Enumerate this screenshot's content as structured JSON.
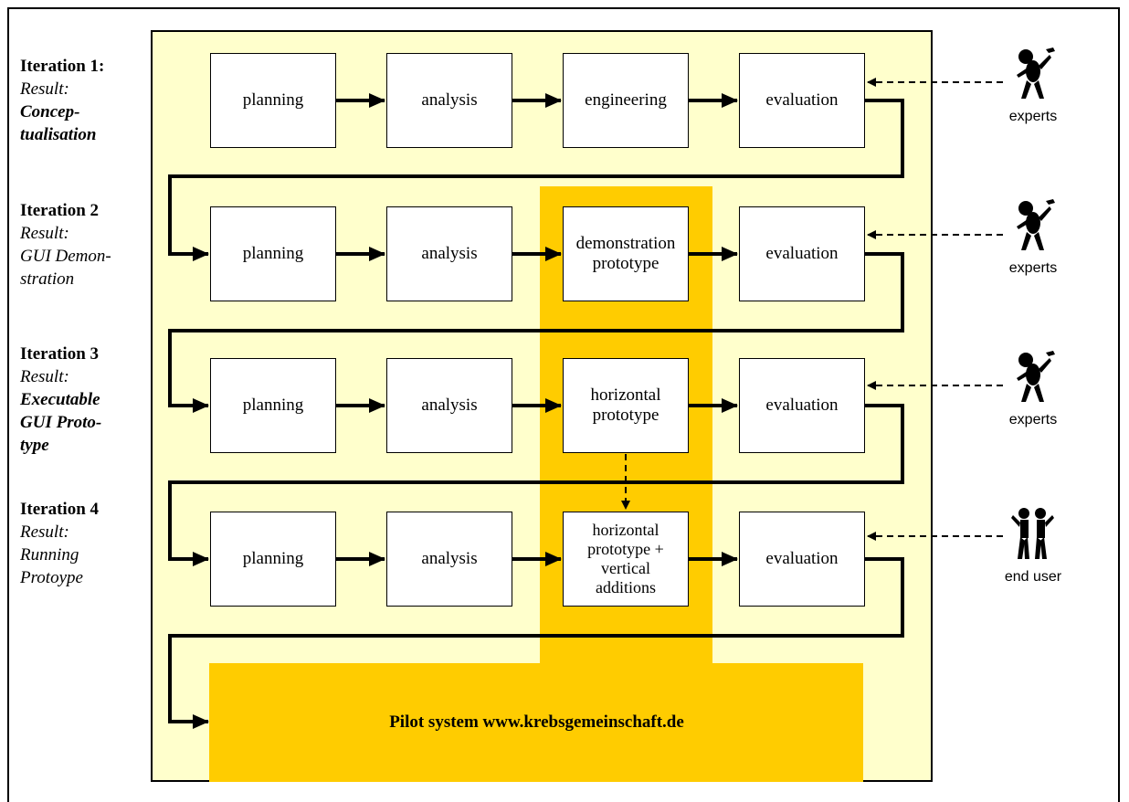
{
  "iterations": [
    {
      "title": "Iteration 1:",
      "result": "Result:",
      "result_text": "Concep-\ntualisation"
    },
    {
      "title": "Iteration 2",
      "result": "Result:",
      "result_text": "GUI Demon-\nstration"
    },
    {
      "title": "Iteration 3",
      "result": "Result:",
      "result_text": "Executable\nGUI Proto-\ntype"
    },
    {
      "title": "Iteration 4",
      "result": "Result:",
      "result_text": "Running\nProtoype"
    }
  ],
  "rows": [
    {
      "planning": "planning",
      "analysis": "analysis",
      "stage3": "engineering",
      "evaluation": "evaluation"
    },
    {
      "planning": "planning",
      "analysis": "analysis",
      "stage3": "demonstration\nprototype",
      "evaluation": "evaluation"
    },
    {
      "planning": "planning",
      "analysis": "analysis",
      "stage3": "horizontal\nprototype",
      "evaluation": "evaluation"
    },
    {
      "planning": "planning",
      "analysis": "analysis",
      "stage3": "horizontal\nprototype +\nvertical\nadditions",
      "evaluation": "evaluation"
    }
  ],
  "actors": [
    "experts",
    "experts",
    "experts",
    "end user"
  ],
  "pilot": "Pilot system  www.krebsgemeinschaft.de",
  "colors": {
    "panel": "#ffffcc",
    "band": "#ffcc00"
  }
}
